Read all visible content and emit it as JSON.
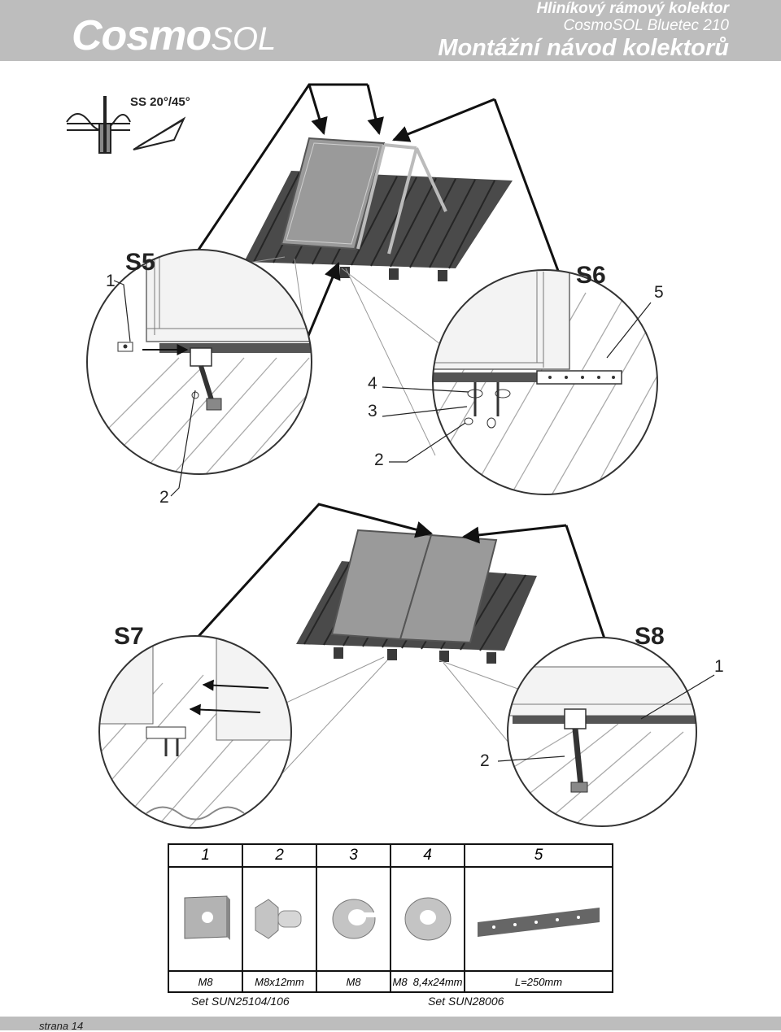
{
  "header": {
    "logo_main": "Cosmo",
    "logo_sub": "SOL",
    "line1": "Hliníkový rámový kolektor",
    "line2": "CosmoSOL Bluetec 210",
    "line3": "Montážní návod kolektorů"
  },
  "drawing": {
    "ss_label": "SS 20°/45°",
    "steps": [
      "S5",
      "S6",
      "S7",
      "S8"
    ],
    "callouts": {
      "s5_1": "1",
      "s5_2": "2",
      "s6_5": "5",
      "s6_4": "4",
      "s6_3": "3",
      "s6_2": "2",
      "s8_1": "1",
      "s8_2": "2"
    }
  },
  "parts": {
    "numbers": [
      "1",
      "2",
      "3",
      "4",
      "5"
    ],
    "codes": [
      "M8",
      "M8x12mm",
      "M8",
      "M8  8,4x24mm",
      "L=250mm"
    ],
    "icons": [
      "square-plate-icon",
      "hex-bolt-icon",
      "split-washer-icon",
      "flat-washer-icon",
      "perforated-strip-icon"
    ],
    "sets": [
      "Set SUN25104/106",
      "Set SUN28006"
    ]
  },
  "footer": {
    "page": "strana 14"
  },
  "colors": {
    "header_bg": "#bdbdbd",
    "header_text": "#ffffff",
    "roof": "#4a4a4a",
    "panel": "#9a9a9a"
  }
}
